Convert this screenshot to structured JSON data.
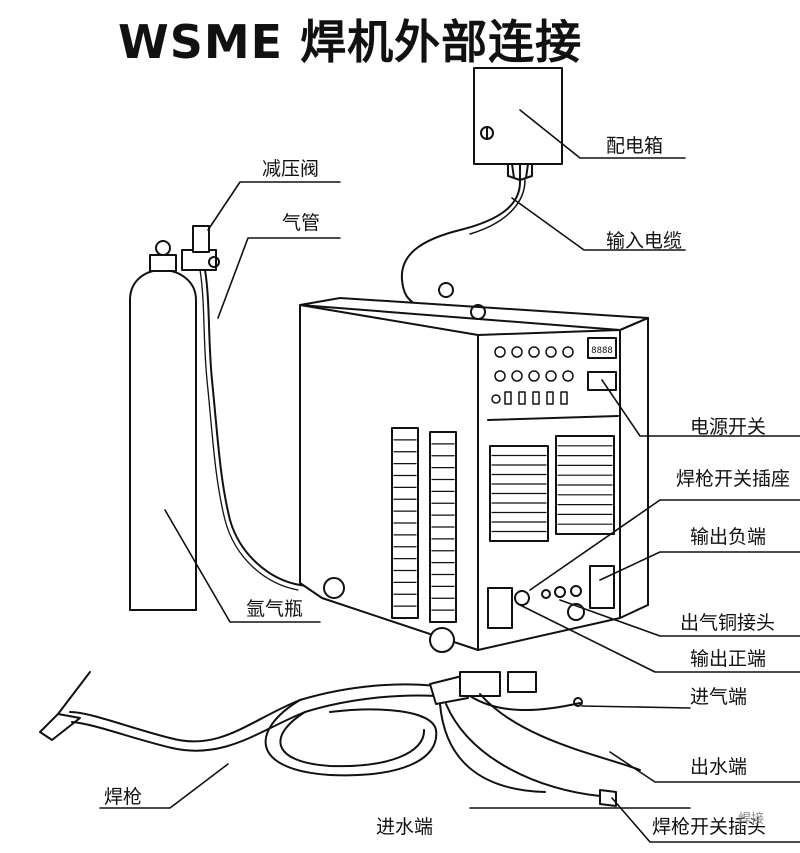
{
  "title": "WSME 焊机外部连接",
  "labels": {
    "distribution_box": "配电箱",
    "input_cable": "输入电缆",
    "pressure_valve": "减压阀",
    "gas_pipe": "气管",
    "argon_cylinder": "氩气瓶",
    "power_switch": "电源开关",
    "torch_switch_socket": "焊枪开关插座",
    "output_negative": "输出负端",
    "gas_outlet_connector": "出气铜接头",
    "output_positive": "输出正端",
    "gas_inlet": "进气端",
    "water_outlet": "出水端",
    "water_inlet": "进水端",
    "welding_torch": "焊枪",
    "torch_switch_plug": "焊枪开关插头"
  },
  "display_readout": "8888",
  "watermark": "焊接"
}
